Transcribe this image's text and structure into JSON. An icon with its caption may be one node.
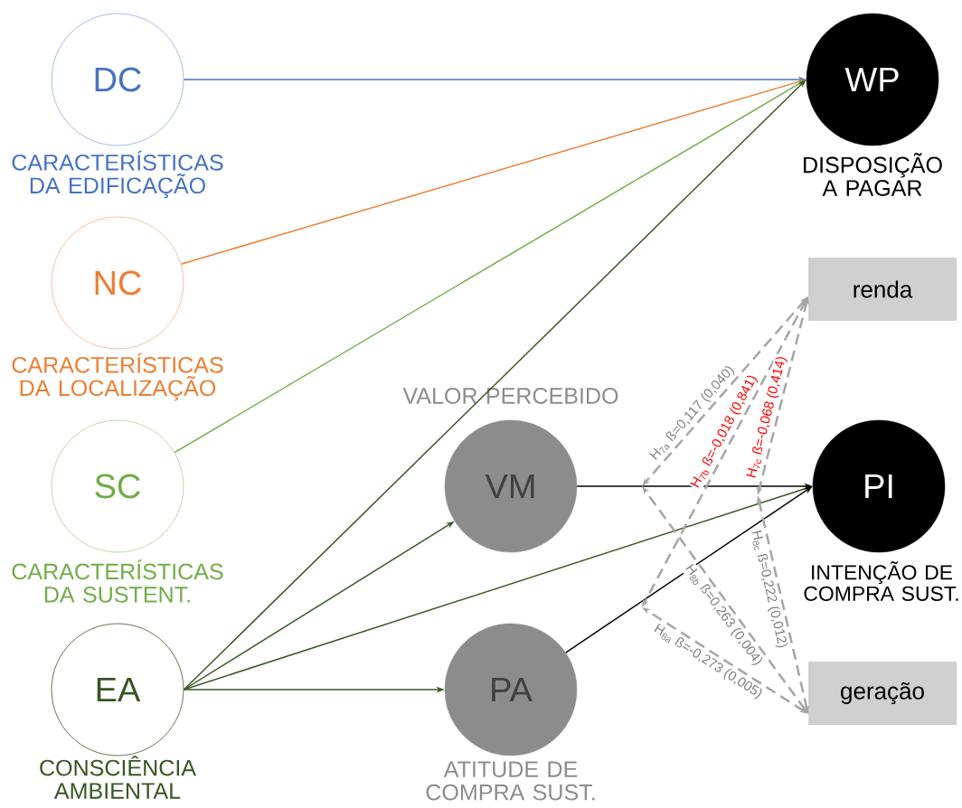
{
  "diagram": {
    "nodes": [
      {
        "text": [
          "DC"
        ],
        "beside": [
          "CARACTERÍSTICAS DA EDIFICAÇÃO"
        ]
      },
      {
        "text": [
          "NC"
        ],
        "beside": [
          "CARACTERÍSTICAS DA LOCALIZAÇÃO"
        ]
      },
      {
        "text": [
          "SC"
        ],
        "beside": [
          "CARACTERÍSTICAS DA SUSTENT."
        ]
      },
      {
        "text": [
          "EA"
        ],
        "beside": [
          "CONSCIÊNCIA AMBIENTAL"
        ]
      },
      {
        "text": [
          "VM"
        ],
        "beside": [
          "VALOR PERCEBIDO"
        ]
      },
      {
        "text": [
          "PA"
        ],
        "beside": [
          "ATITUDE DE COMPRA SUST."
        ]
      },
      {
        "text": [
          "WP"
        ],
        "beside": [
          "DISPOSIÇÃO A PAGAR"
        ]
      },
      {
        "text": [
          "PI"
        ],
        "beside": [
          "INTENÇÃO DE COMPRA SUST."
        ]
      },
      {
        "text": [
          "renda"
        ]
      },
      {
        "text": [
          "geração"
        ]
      }
    ],
    "edges": [
      {
        "from": 0,
        "to": 6,
        "arrow": "to",
        "color": "#4472c4"
      },
      {
        "from": 1,
        "to": 6,
        "arrow": "to",
        "color": "#ed7d31"
      },
      {
        "from": 2,
        "to": 6,
        "arrow": "to",
        "color": "#70ad47"
      },
      {
        "from": 3,
        "to": 6,
        "arrow": "to",
        "color": "#375623"
      },
      {
        "from": 3,
        "to": 4,
        "arrow": "to",
        "color": "#375623"
      },
      {
        "from": 3,
        "to": 5,
        "arrow": "to",
        "color": "#375623"
      },
      {
        "from": 3,
        "to": 7,
        "arrow": "to",
        "color": "#375623"
      },
      {
        "from": 4,
        "to": 7,
        "arrow": "to",
        "color": "#000000"
      },
      {
        "from": 5,
        "to": 7,
        "arrow": "to",
        "color": "#000000"
      },
      {
        "from": 8,
        "to": null,
        "arrow": "both",
        "style": "dashed",
        "color": "#a6a6a6",
        "label": "H$_{7a}$ ß=0,117 (0,040)"
      },
      {
        "from": 8,
        "to": null,
        "arrow": "both",
        "style": "dashed",
        "color": "#a6a6a6",
        "label": "H$_{7b}$ ß=-0,018 (0,841)"
      },
      {
        "from": 8,
        "to": null,
        "arrow": "both",
        "style": "dashed",
        "color": "#a6a6a6",
        "label": "H$_{7c}$ ß=-0,068 (0,414)"
      },
      {
        "from": 9,
        "to": null,
        "arrow": "both",
        "style": "dashed",
        "color": "#a6a6a6",
        "label": "H$_{8a}$ ß=-0,273 (0,005)"
      },
      {
        "from": 9,
        "to": null,
        "arrow": "both",
        "style": "dashed",
        "color": "#a6a6a6",
        "label": "H$_{8b}$ ß=0,263 (0,004)"
      },
      {
        "from": 9,
        "to": null,
        "arrow": "both",
        "style": "dashed",
        "color": "#a6a6a6",
        "label": "H$_{8c}$ ß=0,222 (0,012)"
      }
    ]
  }
}
